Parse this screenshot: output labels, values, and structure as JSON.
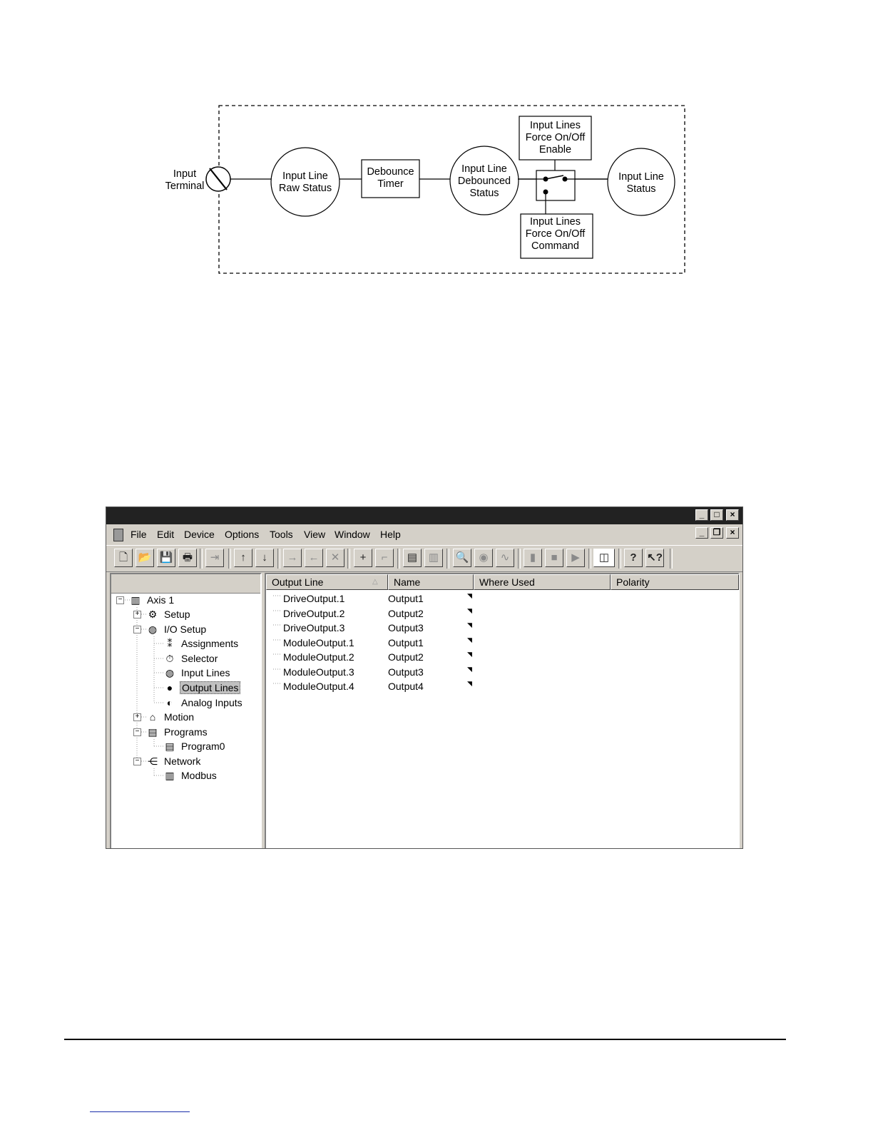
{
  "diagram": {
    "input_terminal": "Input\nTerminal",
    "raw_status": "Input Line\nRaw Status",
    "debounce_timer": "Debounce\nTimer",
    "debounced_status": "Input Line\nDebounced\nStatus",
    "force_enable": "Input Lines\nForce On/Off\nEnable",
    "force_command": "Input Lines\nForce On/Off\nCommand",
    "line_status": "Input Line\nStatus"
  },
  "app": {
    "menu": [
      "File",
      "Edit",
      "Device",
      "Options",
      "Tools",
      "View",
      "Window",
      "Help"
    ],
    "window_controls": [
      "_",
      "□",
      "×"
    ],
    "doc_controls": [
      "_",
      "❐",
      "×"
    ],
    "toolbar": [
      {
        "name": "new-icon",
        "glyph": "🗋"
      },
      {
        "name": "open-icon",
        "glyph": "📂"
      },
      {
        "name": "save-icon",
        "glyph": "💾"
      },
      {
        "name": "print-icon",
        "glyph": "🖶"
      },
      {
        "name": "connect-icon",
        "glyph": "⇥"
      },
      {
        "name": "upload-icon",
        "glyph": "↑"
      },
      {
        "name": "download-icon",
        "glyph": "↓"
      },
      {
        "name": "insert-after-icon",
        "glyph": "→"
      },
      {
        "name": "insert-before-icon",
        "glyph": "←"
      },
      {
        "name": "delete-icon",
        "glyph": "✕"
      },
      {
        "name": "add-branch-icon",
        "glyph": "+"
      },
      {
        "name": "remove-branch-icon",
        "glyph": "⌐"
      },
      {
        "name": "compile-icon",
        "glyph": "▤"
      },
      {
        "name": "properties-icon",
        "glyph": "▥"
      },
      {
        "name": "watch-icon",
        "glyph": "🔍"
      },
      {
        "name": "monitor-icon",
        "glyph": "◉"
      },
      {
        "name": "oscilloscope-icon",
        "glyph": "∿"
      },
      {
        "name": "run-icon",
        "glyph": "▮"
      },
      {
        "name": "stop-icon",
        "glyph": "■"
      },
      {
        "name": "step-icon",
        "glyph": "▶"
      },
      {
        "name": "layout-icon",
        "glyph": "◫"
      },
      {
        "name": "help-icon",
        "glyph": "?"
      },
      {
        "name": "context-help-icon",
        "glyph": "↖?"
      }
    ],
    "tree": [
      {
        "label": "Axis 1",
        "icon": "axis-icon",
        "glyph": "▥"
      },
      {
        "label": "Setup",
        "icon": "setup-icon",
        "glyph": "⚙"
      },
      {
        "label": "I/O Setup",
        "icon": "io-setup-icon",
        "glyph": "◍"
      },
      {
        "label": "Assignments",
        "icon": "assignments-icon",
        "glyph": "⁑"
      },
      {
        "label": "Selector",
        "icon": "selector-icon",
        "glyph": "⏱"
      },
      {
        "label": "Input Lines",
        "icon": "input-lines-icon",
        "glyph": "◍"
      },
      {
        "label": "Output Lines",
        "icon": "output-lines-icon",
        "glyph": "●"
      },
      {
        "label": "Analog Inputs",
        "icon": "analog-inputs-icon",
        "glyph": "◐"
      },
      {
        "label": "Motion",
        "icon": "motion-icon",
        "glyph": "⌂"
      },
      {
        "label": "Programs",
        "icon": "programs-icon",
        "glyph": "▤"
      },
      {
        "label": "Program0",
        "icon": "program-icon",
        "glyph": "▤"
      },
      {
        "label": "Network",
        "icon": "network-icon",
        "glyph": "⋲"
      },
      {
        "label": "Modbus",
        "icon": "modbus-icon",
        "glyph": "▥"
      }
    ],
    "columns": [
      "Output Line",
      "Name",
      "Where Used",
      "Polarity"
    ],
    "rows": [
      {
        "line": "DriveOutput.1",
        "name": "Output1"
      },
      {
        "line": "DriveOutput.2",
        "name": "Output2"
      },
      {
        "line": "DriveOutput.3",
        "name": "Output3"
      },
      {
        "line": "ModuleOutput.1",
        "name": "Output1"
      },
      {
        "line": "ModuleOutput.2",
        "name": "Output2"
      },
      {
        "line": "ModuleOutput.3",
        "name": "Output3"
      },
      {
        "line": "ModuleOutput.4",
        "name": "Output4"
      }
    ]
  }
}
